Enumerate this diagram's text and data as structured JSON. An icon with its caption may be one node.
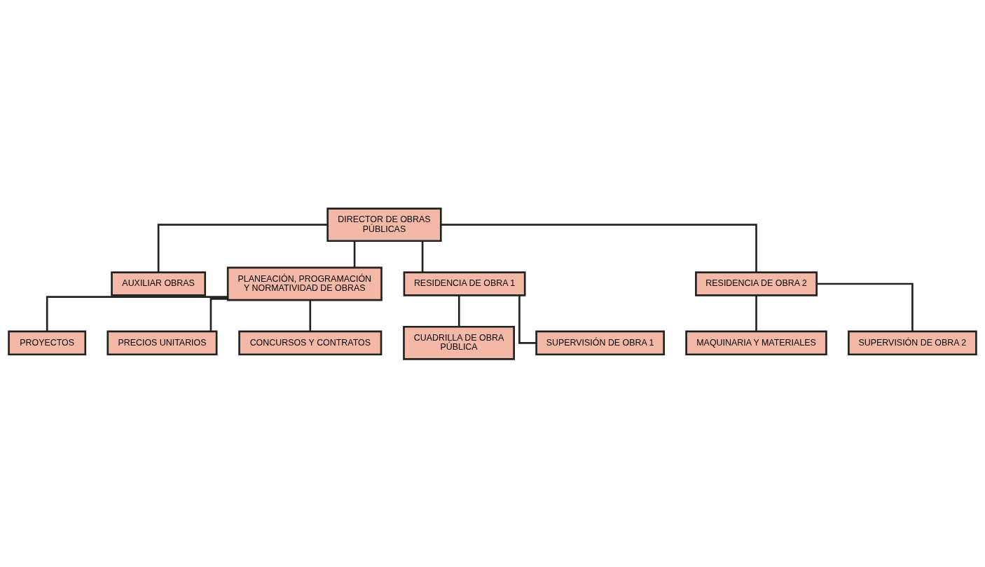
{
  "diagram": {
    "nodes": [
      {
        "text": [
          "DIRECTOR DE OBRAS PÚBLICAS"
        ]
      },
      {
        "text": [
          "AUXILIAR OBRAS"
        ]
      },
      {
        "text": [
          "PLANEACIÓN, PROGRAMACIÓN Y NORMATIVIDAD DE OBRAS"
        ]
      },
      {
        "text": [
          "RESIDENCIA DE OBRA 1"
        ]
      },
      {
        "text": [
          "RESIDENCIA DE OBRA 2"
        ]
      },
      {
        "text": [
          "CUADRILLA DE OBRA PÚBLICA"
        ]
      },
      {
        "text": [
          "SUPERVISIÓN DE OBRA 1"
        ]
      },
      {
        "text": [
          "MAQUINARIA Y MATERIALES"
        ]
      },
      {
        "text": [
          "SUPERVISIÓN DE OBRA 2"
        ]
      },
      {
        "text": [
          "PROYECTOS"
        ]
      },
      {
        "text": [
          "PRECIOS UNITARIOS"
        ]
      },
      {
        "text": [
          "CONCURSOS Y CONTRATOS"
        ]
      }
    ],
    "edges": [
      {
        "from": 0,
        "to": 1,
        "arrow": "none"
      },
      {
        "from": 0,
        "to": 2,
        "arrow": "none"
      },
      {
        "from": 0,
        "to": 3,
        "arrow": "none"
      },
      {
        "from": 0,
        "to": 4,
        "arrow": "none"
      },
      {
        "from": 3,
        "to": 5,
        "arrow": "none"
      },
      {
        "from": 3,
        "to": 6,
        "arrow": "none"
      },
      {
        "from": 4,
        "to": 7,
        "arrow": "none"
      },
      {
        "from": 4,
        "to": 8,
        "arrow": "none"
      },
      {
        "from": 2,
        "to": 9,
        "arrow": "none"
      },
      {
        "from": 2,
        "to": 10,
        "arrow": "none"
      },
      {
        "from": 2,
        "to": 11,
        "arrow": "none"
      }
    ]
  }
}
